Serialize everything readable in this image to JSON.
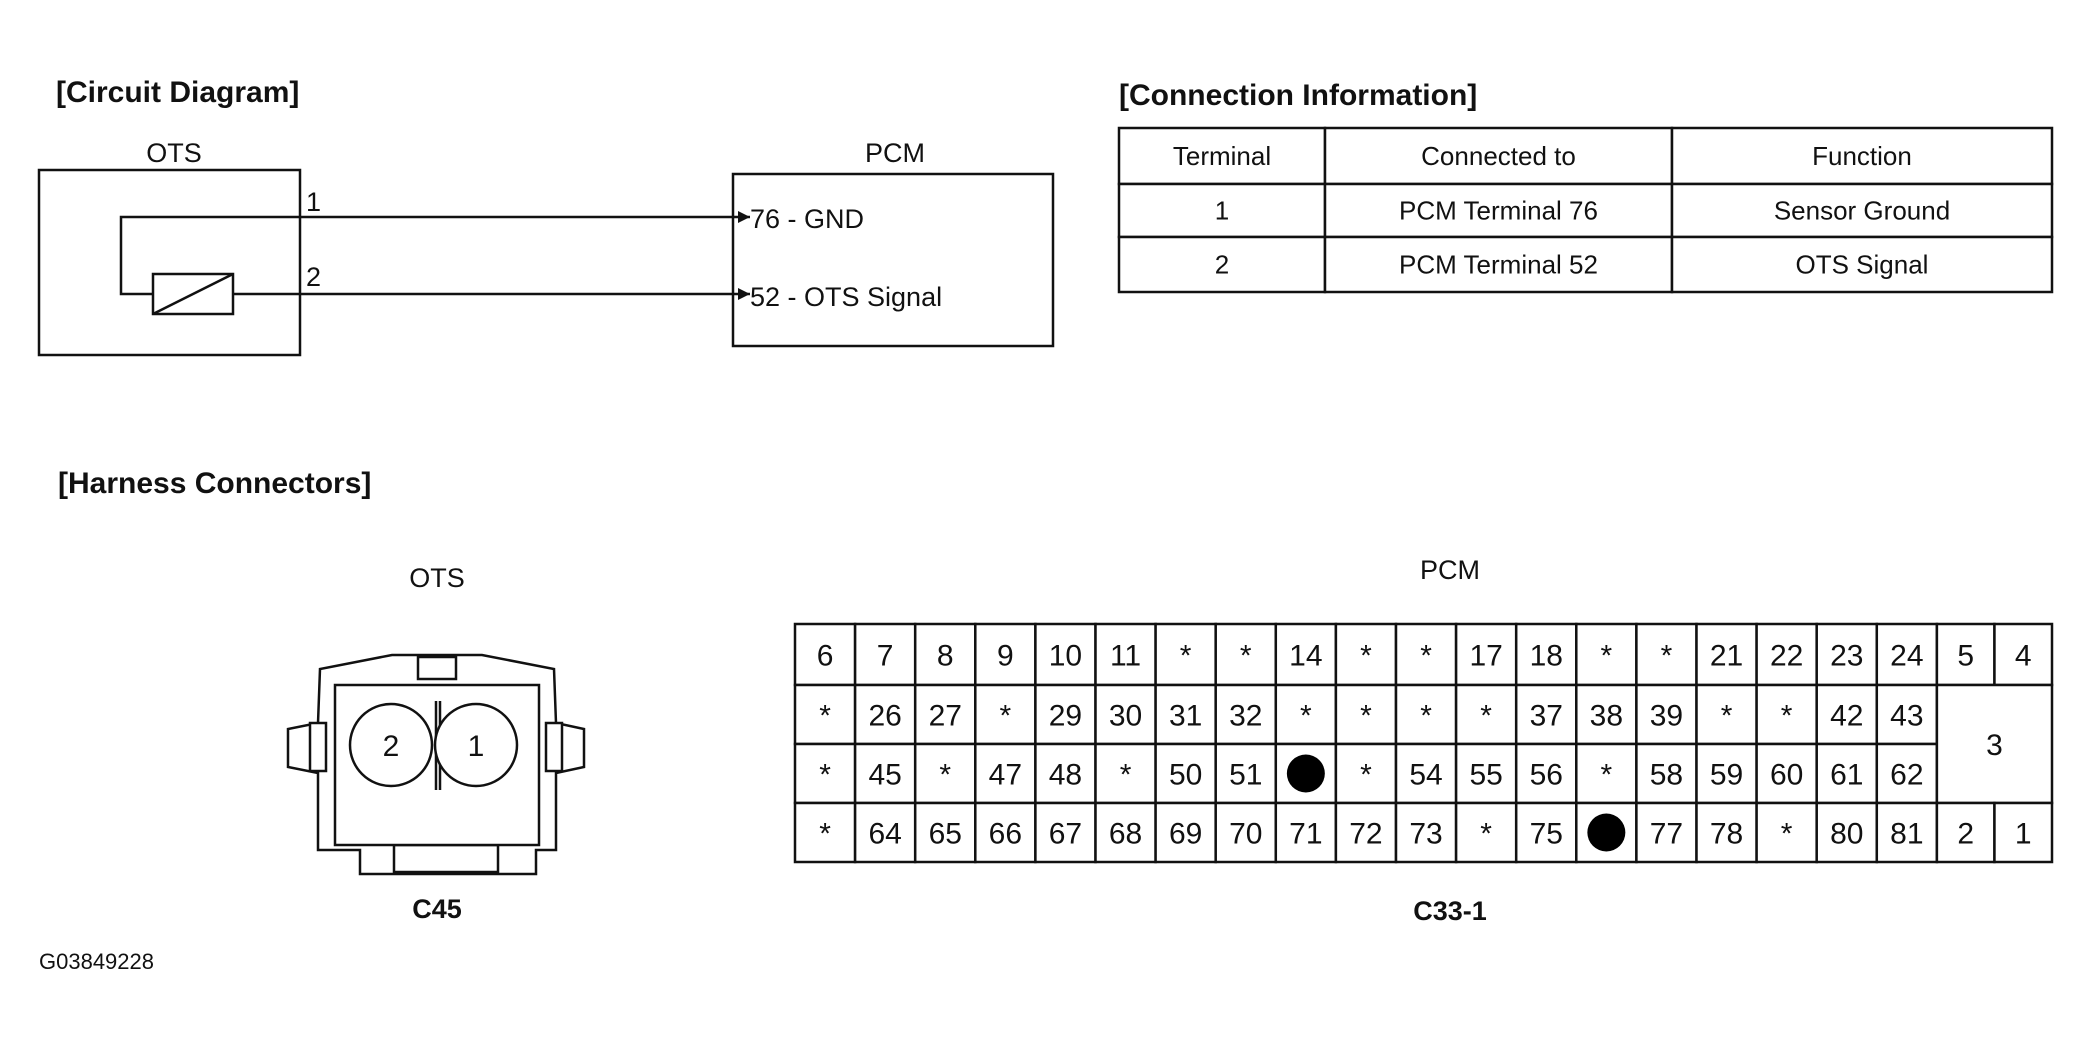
{
  "circuit": {
    "heading": "[Circuit Diagram]",
    "ots_label": "OTS",
    "pcm_label": "PCM",
    "pin1": "1",
    "pin2": "2",
    "pcm_pin_a": "76 - GND",
    "pcm_pin_b": "52 - OTS Signal"
  },
  "connection": {
    "heading": "[Connection Information]",
    "columns": [
      "Terminal",
      "Connected to",
      "Function"
    ],
    "rows": [
      [
        "1",
        "PCM Terminal 76",
        "Sensor Ground"
      ],
      [
        "2",
        "PCM Terminal 52",
        "OTS Signal"
      ]
    ]
  },
  "harness": {
    "heading": "[Harness Connectors]",
    "ots_label": "OTS",
    "ots_pin_left": "2",
    "ots_pin_right": "1",
    "ots_connector_id": "C45",
    "pcm_label": "PCM",
    "pcm_connector_id": "C33-1",
    "pcm_rows": [
      [
        "6",
        "7",
        "8",
        "9",
        "10",
        "11",
        "*",
        "*",
        "14",
        "*",
        "*",
        "17",
        "18",
        "*",
        "*",
        "21",
        "22",
        "23",
        "24"
      ],
      [
        "*",
        "26",
        "27",
        "*",
        "29",
        "30",
        "31",
        "32",
        "*",
        "*",
        "*",
        "*",
        "37",
        "38",
        "39",
        "*",
        "*",
        "42",
        "43"
      ],
      [
        "*",
        "45",
        "*",
        "47",
        "48",
        "*",
        "50",
        "51",
        "●",
        "*",
        "54",
        "55",
        "56",
        "*",
        "58",
        "59",
        "60",
        "61",
        "62"
      ],
      [
        "*",
        "64",
        "65",
        "66",
        "67",
        "68",
        "69",
        "70",
        "71",
        "72",
        "73",
        "*",
        "75",
        "●",
        "77",
        "78",
        "*",
        "80",
        "81"
      ]
    ],
    "pcm_right_pins": {
      "top_left": "5",
      "top_right": "4",
      "middle": "3",
      "bottom_left": "2",
      "bottom_right": "1"
    }
  },
  "figure_id": "G03849228"
}
